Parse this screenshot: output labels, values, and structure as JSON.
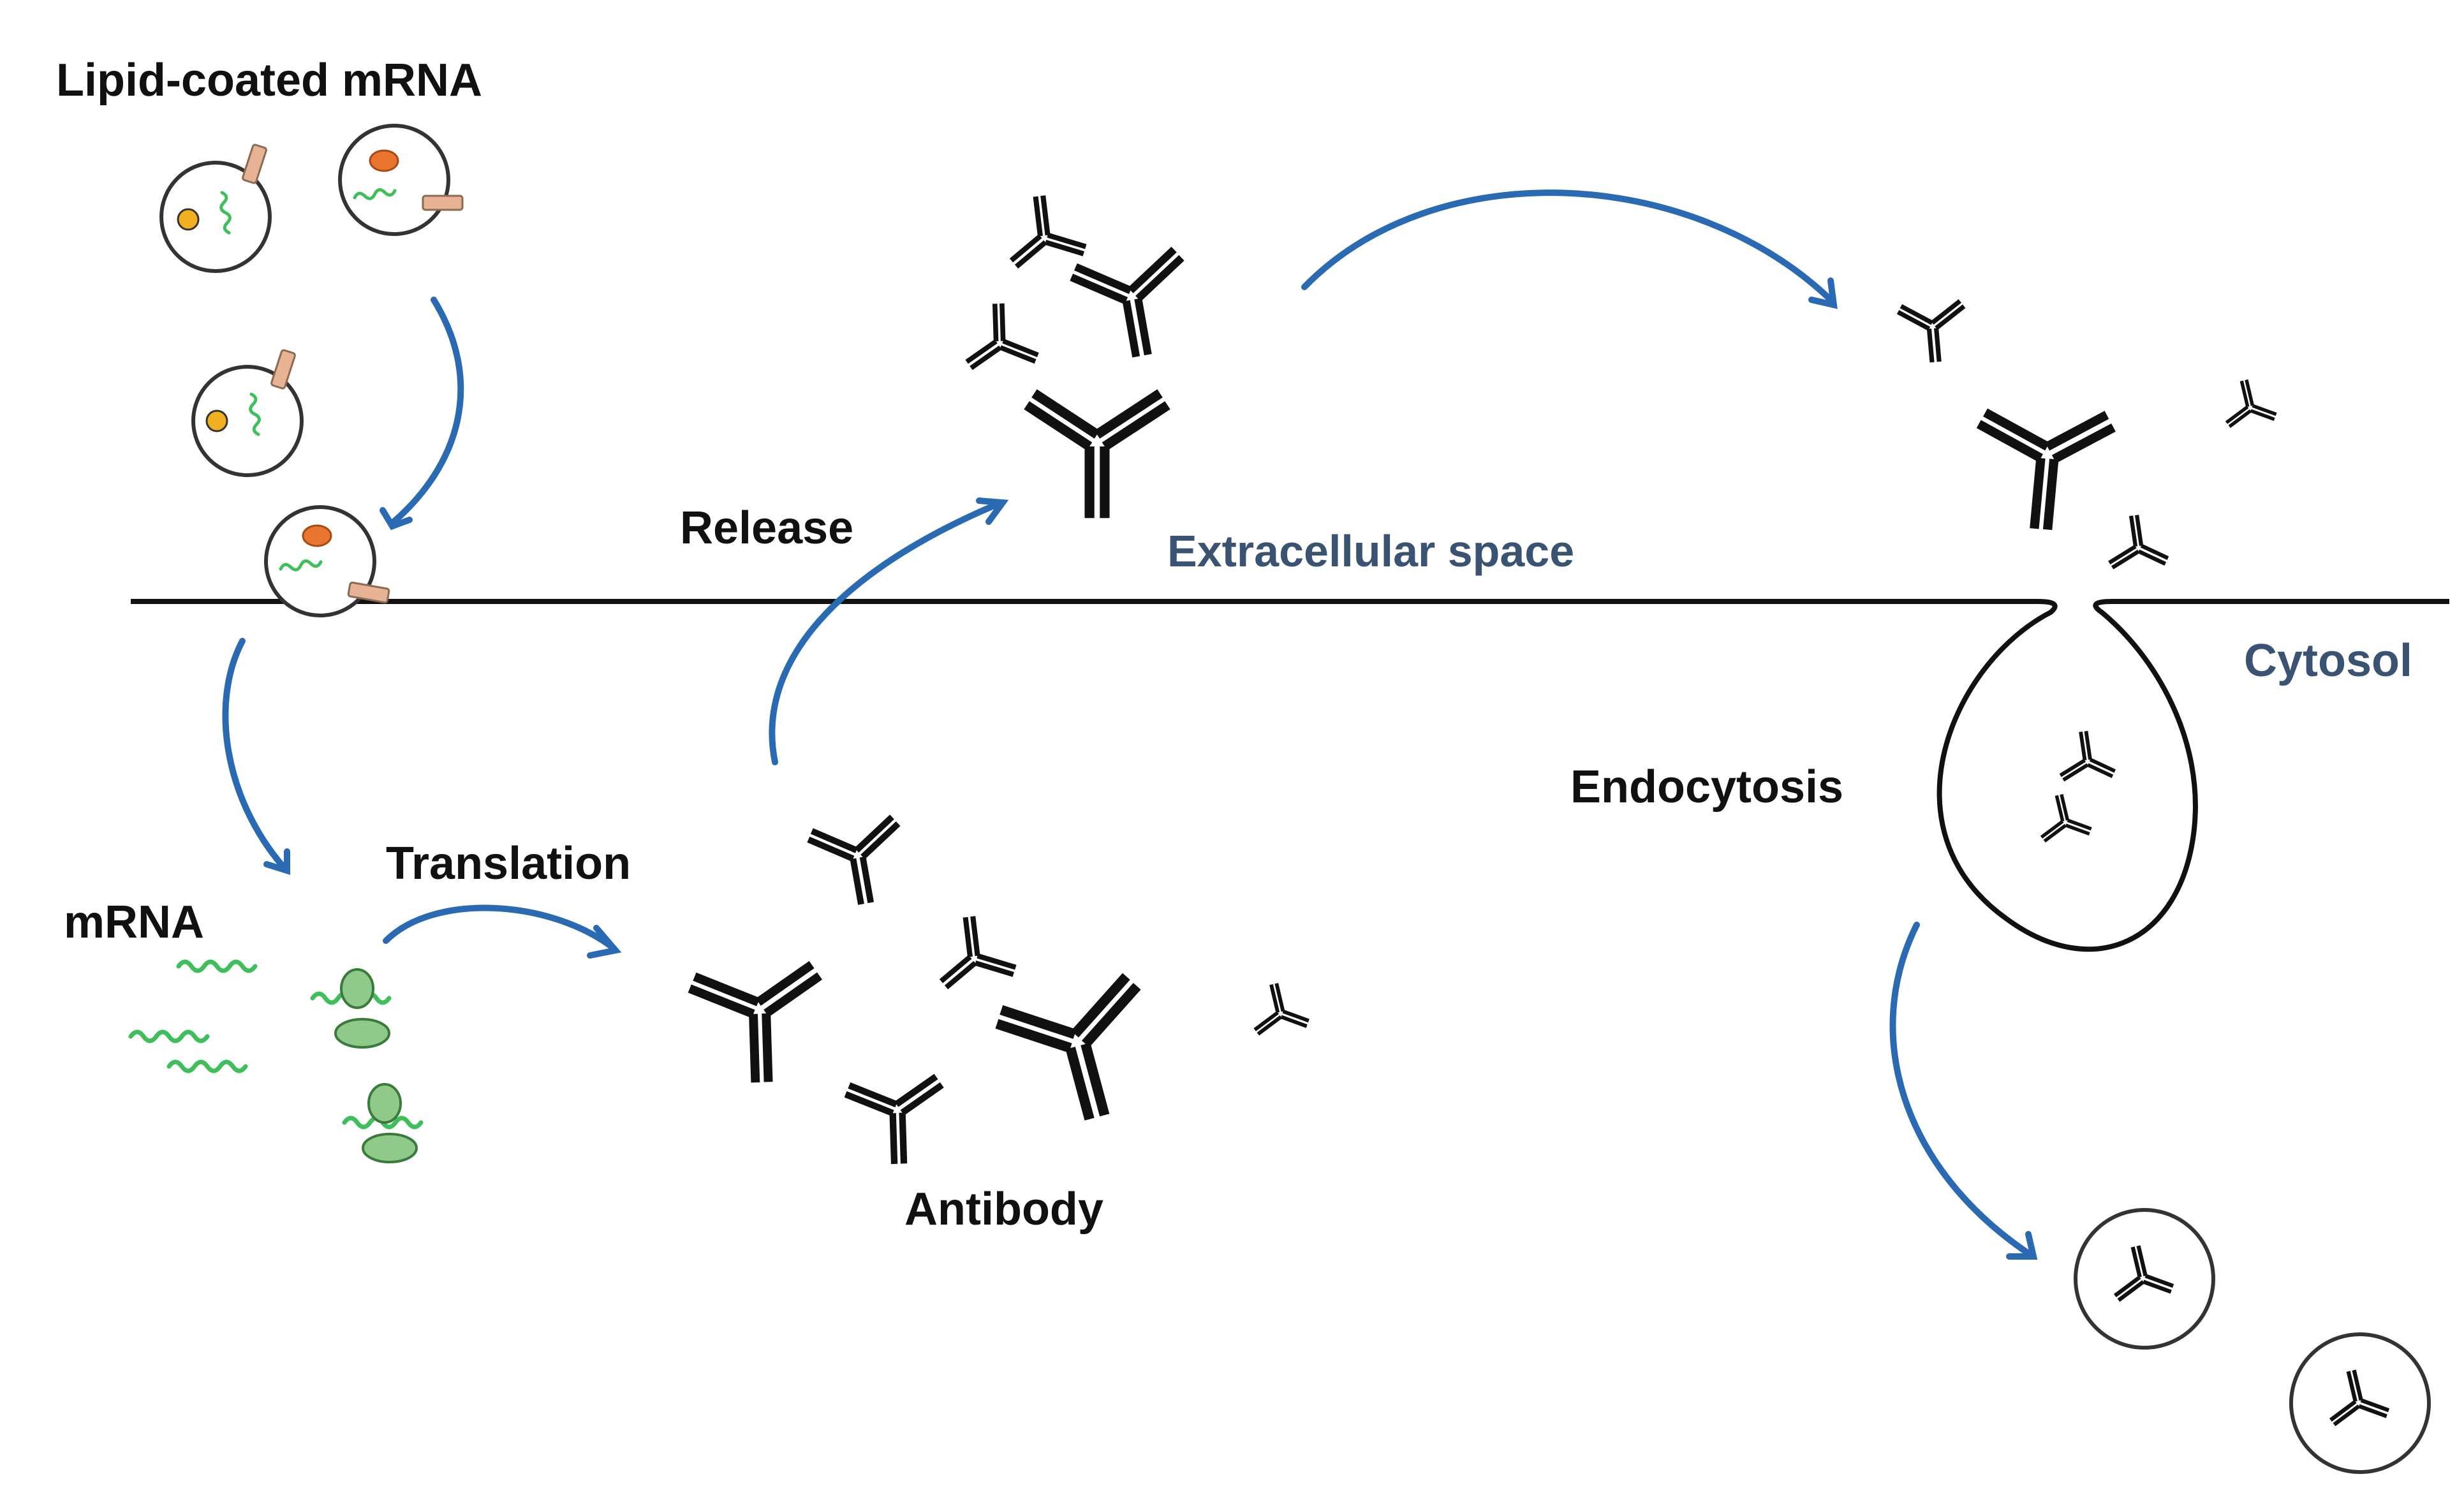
{
  "labels": {
    "lipid_coated_mrna": "Lipid-coated mRNA",
    "release": "Release",
    "extracellular_space": "Extracellular space",
    "cytosol": "Cytosol",
    "endocytosis": "Endocytosis",
    "mrna": "mRNA",
    "translation": "Translation",
    "antibody": "Antibody"
  },
  "colors": {
    "arrow": "#2a6ab3",
    "membrane": "#111111",
    "mrna_strand": "#3fbf5b",
    "ribosome": "#8fca8a",
    "nucleus_orange": "#e8742e",
    "nucleus_yellow": "#f0b020",
    "ligand": "#e8b394",
    "region_label": "#3b5373"
  },
  "icons": [
    "lipid-nanoparticle-icon",
    "antibody-icon",
    "ribosome-icon",
    "mrna-strand-icon",
    "endosome-icon"
  ]
}
